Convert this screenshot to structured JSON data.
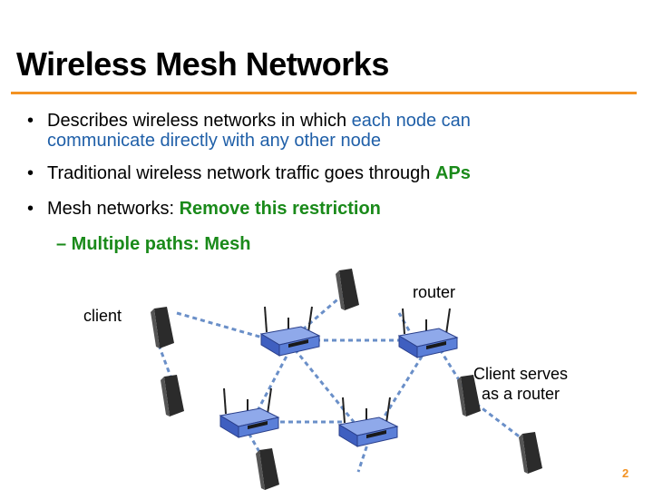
{
  "slide": {
    "title": "Wireless  Mesh  Networks",
    "bullets": [
      {
        "bullet": "•",
        "line1_plain": "Describes wireless  networks  in which ",
        "line1_highlight": "each  node  can",
        "line2_highlight": "communicate  directly  with  any other node"
      },
      {
        "bullet": "•",
        "plain": "Traditional  wireless  network  traffic goes through ",
        "highlight": "APs"
      },
      {
        "bullet": "•",
        "plain": "Mesh  networks: ",
        "highlight": "Remove this restriction"
      }
    ],
    "sub_bullet": "– Multiple paths: Mesh",
    "page_number": "2"
  },
  "diagram": {
    "labels": {
      "router": "router",
      "client": "client",
      "client_serves_line1": "Client serves",
      "client_serves_line2": "as a router"
    },
    "colors": {
      "link": "#6a8fc8",
      "router_body": "#5b7fd8",
      "device": "#2b2b2b",
      "accent": "#f39222"
    }
  }
}
